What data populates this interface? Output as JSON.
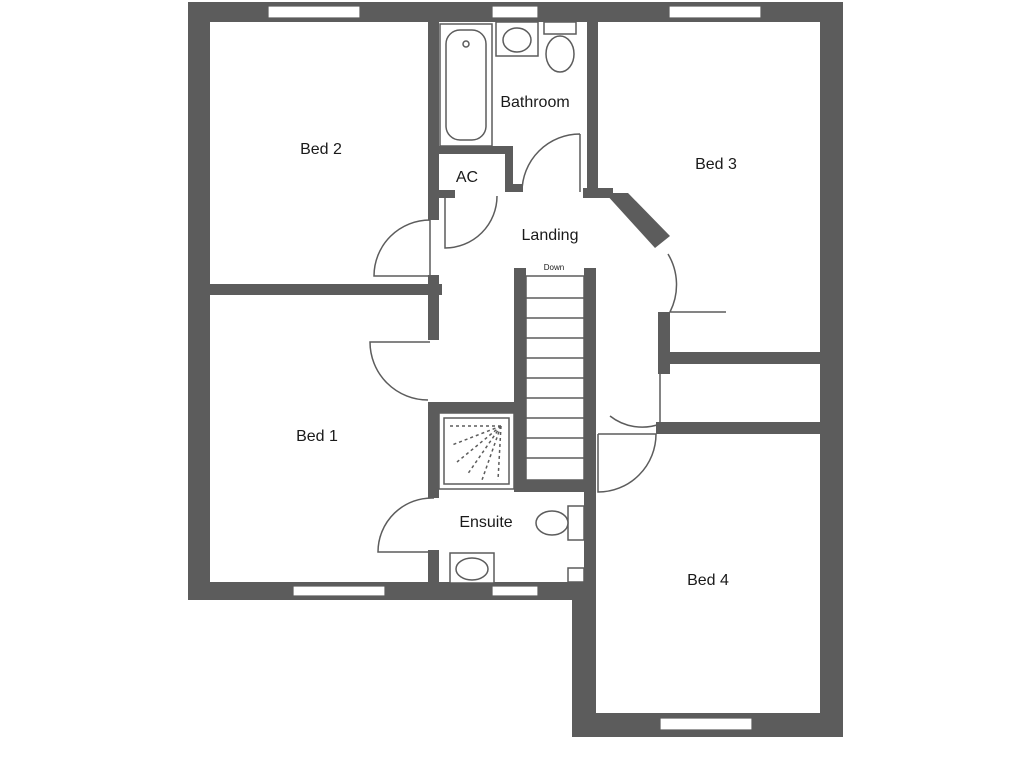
{
  "colors": {
    "wall": "#5c5c5c",
    "line": "#5c5c5c",
    "background": "#ffffff",
    "text": "#1a1a1a"
  },
  "rooms": {
    "bed2": "Bed 2",
    "bathroom": "Bathroom",
    "bed3": "Bed 3",
    "ac": "AC",
    "landing": "Landing",
    "down": "Down",
    "bed1": "Bed 1",
    "ensuite": "Ensuite",
    "bed4": "Bed 4"
  }
}
